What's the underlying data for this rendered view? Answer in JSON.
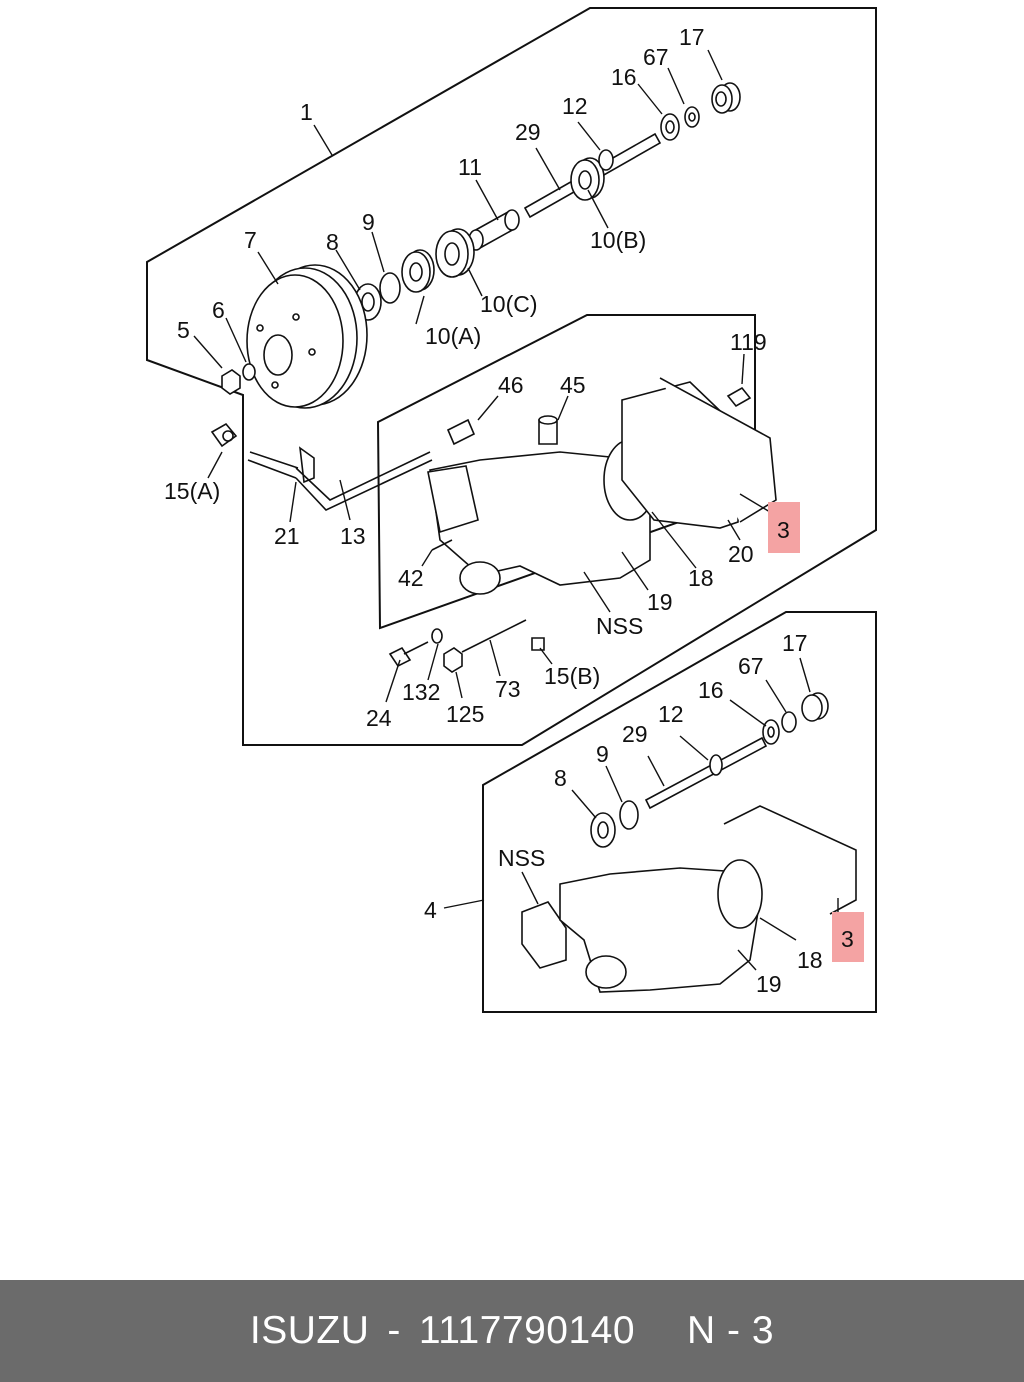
{
  "labels": {
    "l1": "1",
    "l17a": "17",
    "l67a": "67",
    "l16a": "16",
    "l12a": "12",
    "l29a": "29",
    "l11": "11",
    "l10b": "10(B)",
    "l10c": "10(C)",
    "l10a": "10(A)",
    "l7": "7",
    "l8a": "8",
    "l9a": "9",
    "l6": "6",
    "l5": "5",
    "l119": "119",
    "l46": "46",
    "l45": "45",
    "l15a": "15(A)",
    "l21": "21",
    "l13": "13",
    "l42": "42",
    "l3a": "3",
    "l20": "20",
    "l18a": "18",
    "l19a": "19",
    "lnss1": "NSS",
    "l15b": "15(B)",
    "l24": "24",
    "l132": "132",
    "l125": "125",
    "l73": "73",
    "l17b": "17",
    "l67b": "67",
    "l16b": "16",
    "l12b": "12",
    "l29b": "29",
    "l9b": "9",
    "l8b": "8",
    "lnss2": "NSS",
    "l4": "4",
    "l3b": "3",
    "l18b": "18",
    "l19b": "19"
  },
  "highlight_color": "#f4a3a3",
  "footer": {
    "brand": "ISUZU",
    "dash": "-",
    "part_number": "1117790140",
    "page": "N - 3"
  },
  "footer_color": "#6b6b6b"
}
